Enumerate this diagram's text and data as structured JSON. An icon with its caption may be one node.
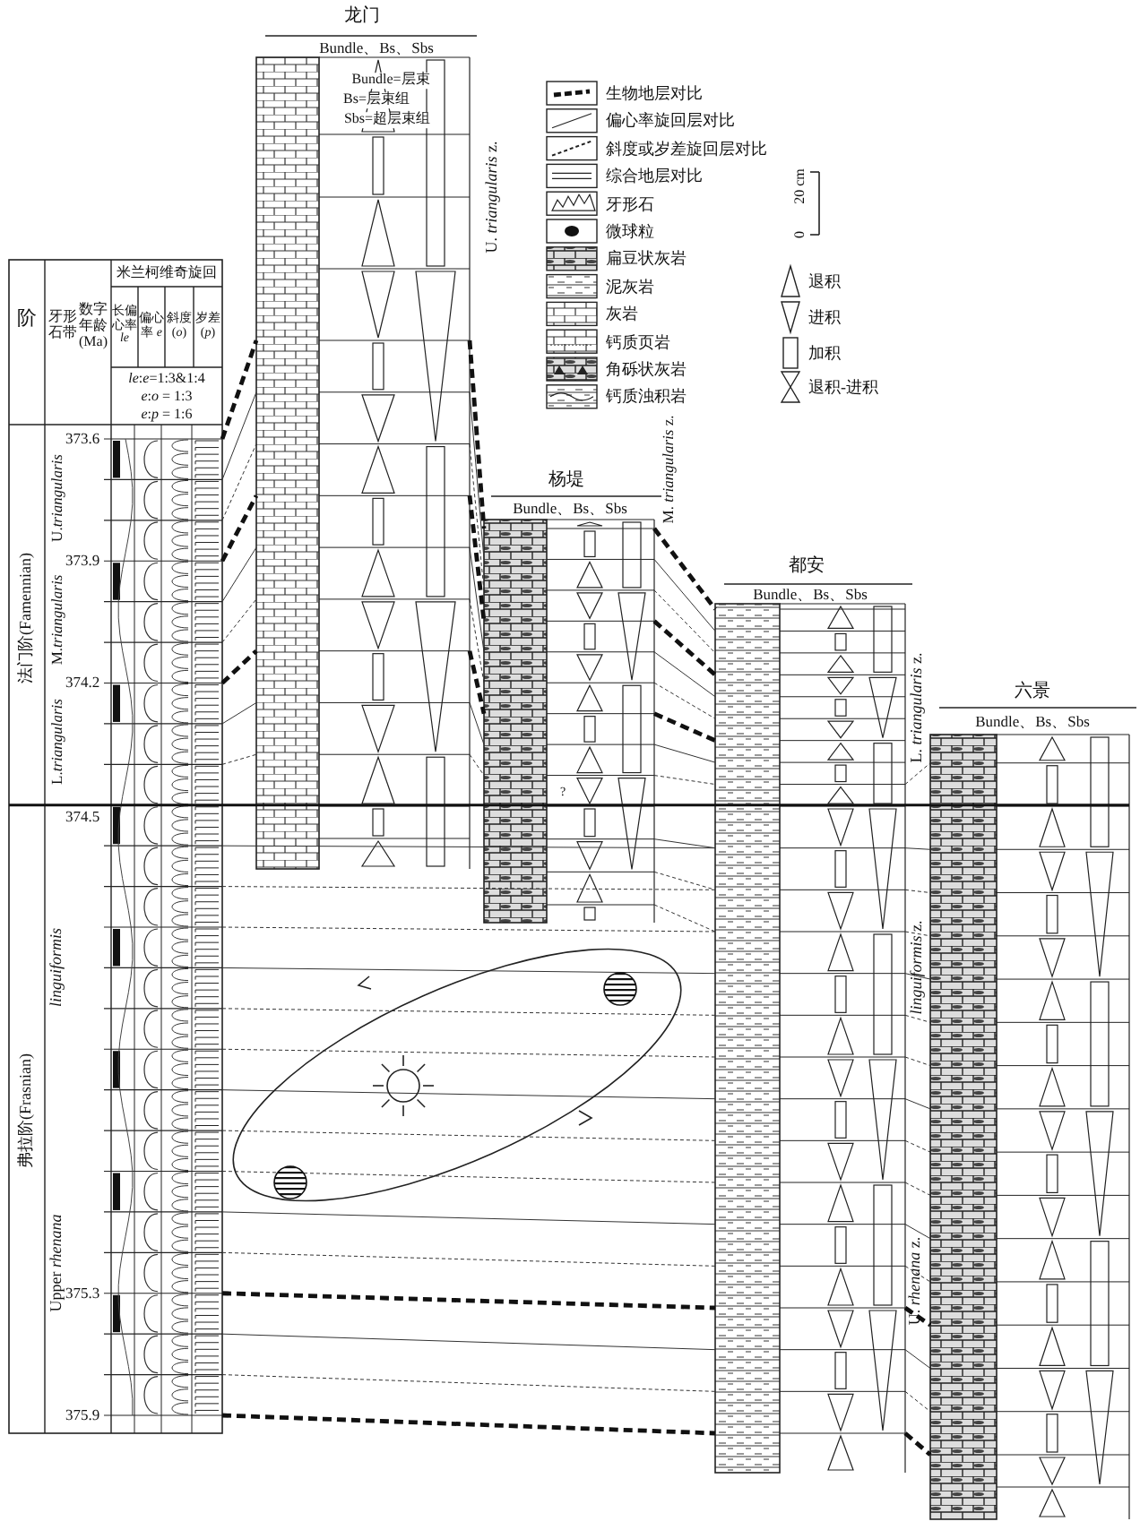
{
  "diagram": {
    "labels": [
      "阶",
      "牙形石带",
      "数字年龄(Ma)",
      "米兰柯维奇旋回",
      "长偏心率 *le*",
      "偏心率 *e*",
      "斜度 (*o*)",
      "岁差 (*p*)",
      "*le*:*e*=1:3&1:4",
      "*e*:*o* = 1:3",
      "*e*:*p* = 1:6",
      "373.6",
      "373.9",
      "374.2",
      "374.5",
      "375.3",
      "375.9",
      "法门阶(Famennian)",
      "U.*triangularis*",
      "M.*triangularis*",
      "L.*triangularis*",
      "*linguiformis*",
      "弗拉阶(Frasnian)",
      "Upper *rhenana*",
      "龙门",
      "Bundle、Bs、Sbs",
      "Bundle=层束",
      "Bs=层束组",
      "Sbs=超层束组",
      "U. *triangularis* z.",
      "20 cm",
      "0",
      "杨堤",
      "Bundle、Bs、Sbs",
      "M. *triangularis* z.",
      "?",
      "都安",
      "Bundle、Bs、Sbs",
      "L. *triangularis* z.",
      "*linguiformis* z.",
      "六景",
      "Bundle、Bs、Sbs",
      "U. *rhenana* z."
    ],
    "legend": [
      {
        "text": "生物地层对比"
      },
      {
        "text": "偏心率旋回层对比"
      },
      {
        "text": "斜度或岁差旋回层对比"
      },
      {
        "text": "综合地层对比"
      },
      {
        "text": "牙形石"
      },
      {
        "text": "微球粒"
      },
      {
        "text": "扁豆状灰岩"
      },
      {
        "text": "泥灰岩"
      },
      {
        "text": "灰岩"
      },
      {
        "text": "钙质页岩"
      },
      {
        "text": "角砾状灰岩"
      },
      {
        "text": "钙质浊积岩"
      },
      {
        "text": "退积"
      },
      {
        "text": "进积"
      },
      {
        "text": "加积"
      },
      {
        "text": "退积-进积"
      }
    ]
  }
}
